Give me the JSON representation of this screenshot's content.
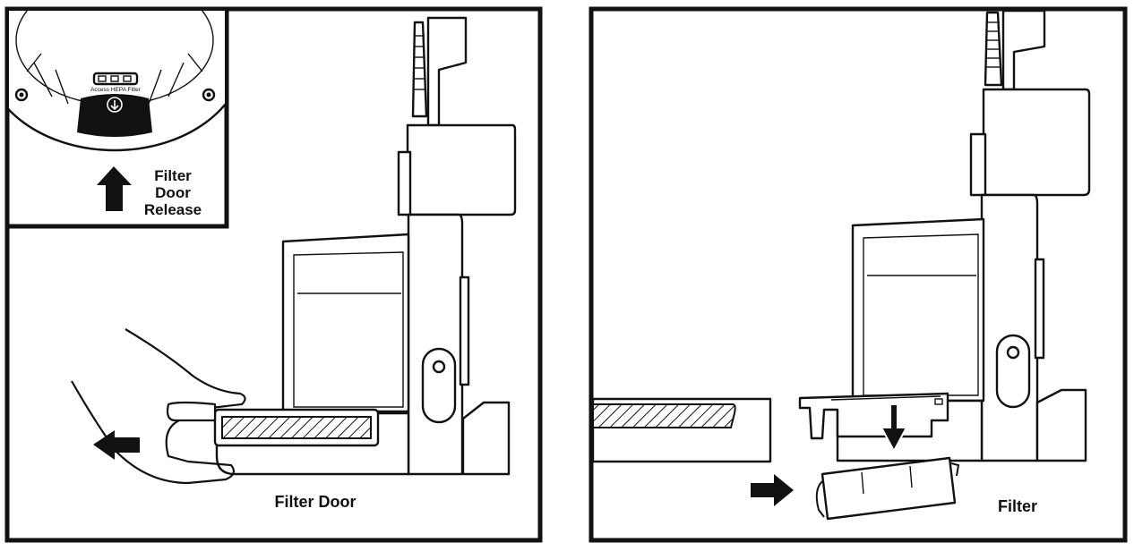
{
  "panels": [
    {
      "id": "left",
      "caption": "Filter Door",
      "inset": {
        "release_label_lines": [
          "Filter",
          "Door",
          "Release"
        ],
        "filter_button_text": "Access HEPA Filter"
      }
    },
    {
      "id": "right",
      "caption": "Filter"
    }
  ],
  "icons": {
    "inset_arrow": "arrow-up-icon",
    "left_arrow": "arrow-left-icon",
    "right_arrow": "arrow-right-icon",
    "down_arrow": "arrow-down-icon"
  },
  "colors": {
    "ink": "#111111",
    "paper": "#ffffff"
  }
}
